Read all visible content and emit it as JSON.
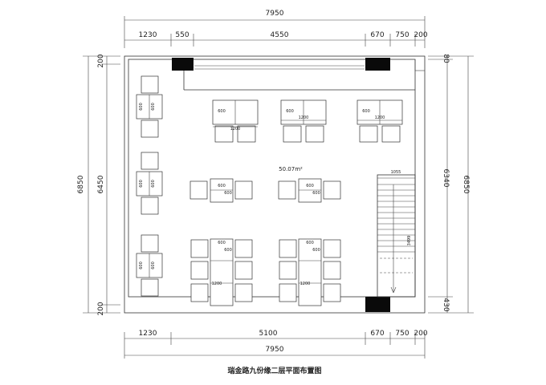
{
  "caption": "瑞金路九份缘二层平面布置图",
  "area_label": "50.07m²",
  "dimensions": {
    "top_total": "7950",
    "top_segments": [
      "1230",
      "550",
      "4550",
      "670",
      "750",
      "200"
    ],
    "bottom_total": "7950",
    "bottom_segments": [
      "1230",
      "5100",
      "670",
      "750",
      "200"
    ],
    "left_outer": "6850",
    "left_inner": "6450",
    "left_top": "200",
    "left_bottom": "200",
    "right_outer": "6850",
    "right_inner": "6340",
    "right_top": "80",
    "right_bottom": "430"
  },
  "furniture_labels": {
    "table_width": "600",
    "table_length": "1200",
    "stair_width": "1055",
    "stair_run": "3499"
  }
}
